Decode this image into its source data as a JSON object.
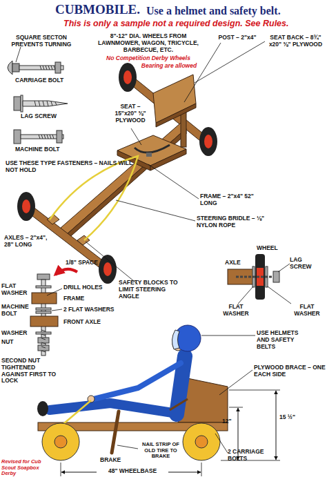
{
  "diagram": {
    "title": "CUBMOBILE.",
    "labels": [
      "Use a helmet and safety belt.",
      "This is only a sample not a required design. See Rules.",
      "SQUARE SECTON PREVENTS TURNING",
      "8\"-12\" DIA. WHEELS FROM LAWNMOWER, WAGON, TRICYCLE, BARBECUE, ETC.",
      "No Competition Derby Wheels",
      "Bearing are allowed",
      "POST – 2\"x4\"",
      "SEAT BACK – 8¾\" x20\" ⅜\" PLYWOOD",
      "CARRIAGE BOLT",
      "LAG SCREW",
      "MACHINE BOLT",
      "SEAT – 15\"x20\" ⅜\" PLYWOOD",
      "USE THESE TYPE FASTENERS – NAILS WILL NOT HOLD",
      "FRAME – 2\"x4\" 52\" LONG",
      "STEERING BRIDLE – ⅛\" NYLON ROPE",
      "AXLES – 2\"x4\", 28\" LONG",
      "1/8\" SPACE",
      "SAFETY BLOCKS TO LIMIT STEERING ANGLE",
      "WHEEL",
      "LAG SCREW",
      "AXLE",
      "FLAT WASHER",
      "FLAT WASHER",
      "FLAT WASHER",
      "DRILL HOLES",
      "MACHINE BOLT",
      "FRAME",
      "2 FLAT WASHERS",
      "FRONT AXLE",
      "WASHER",
      "NUT",
      "SECOND NUT TIGHTENED AGAINST FIRST TO LOCK",
      "USE HELMETS AND SAFETY BELTS",
      "PLYWOOD BRACE – ONE EACH SIDE",
      "12\"",
      "15 ½\"",
      "NAIL STRIP OF OLD TIRE TO BRAKE",
      "BRAKE",
      "2 CARRIAGE BOLTS",
      "48\" WHEELBASE",
      "Revised for Cub Scout Soapbox Derby"
    ]
  }
}
